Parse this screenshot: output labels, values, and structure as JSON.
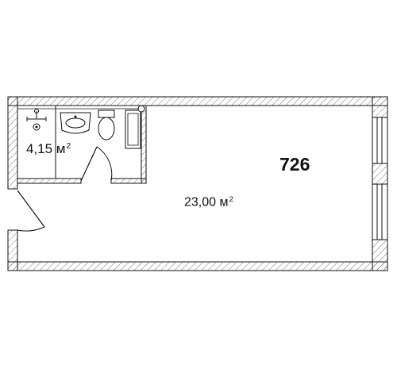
{
  "apartment": {
    "number": "726"
  },
  "rooms": [
    {
      "name": "bathroom",
      "area_value": "4,15 м",
      "area_exp": "2"
    },
    {
      "name": "main-room",
      "area_value": "23,00 м",
      "area_exp": "2"
    }
  ],
  "colors": {
    "line": "#111111",
    "hatch": "#555555",
    "background": "#ffffff"
  }
}
